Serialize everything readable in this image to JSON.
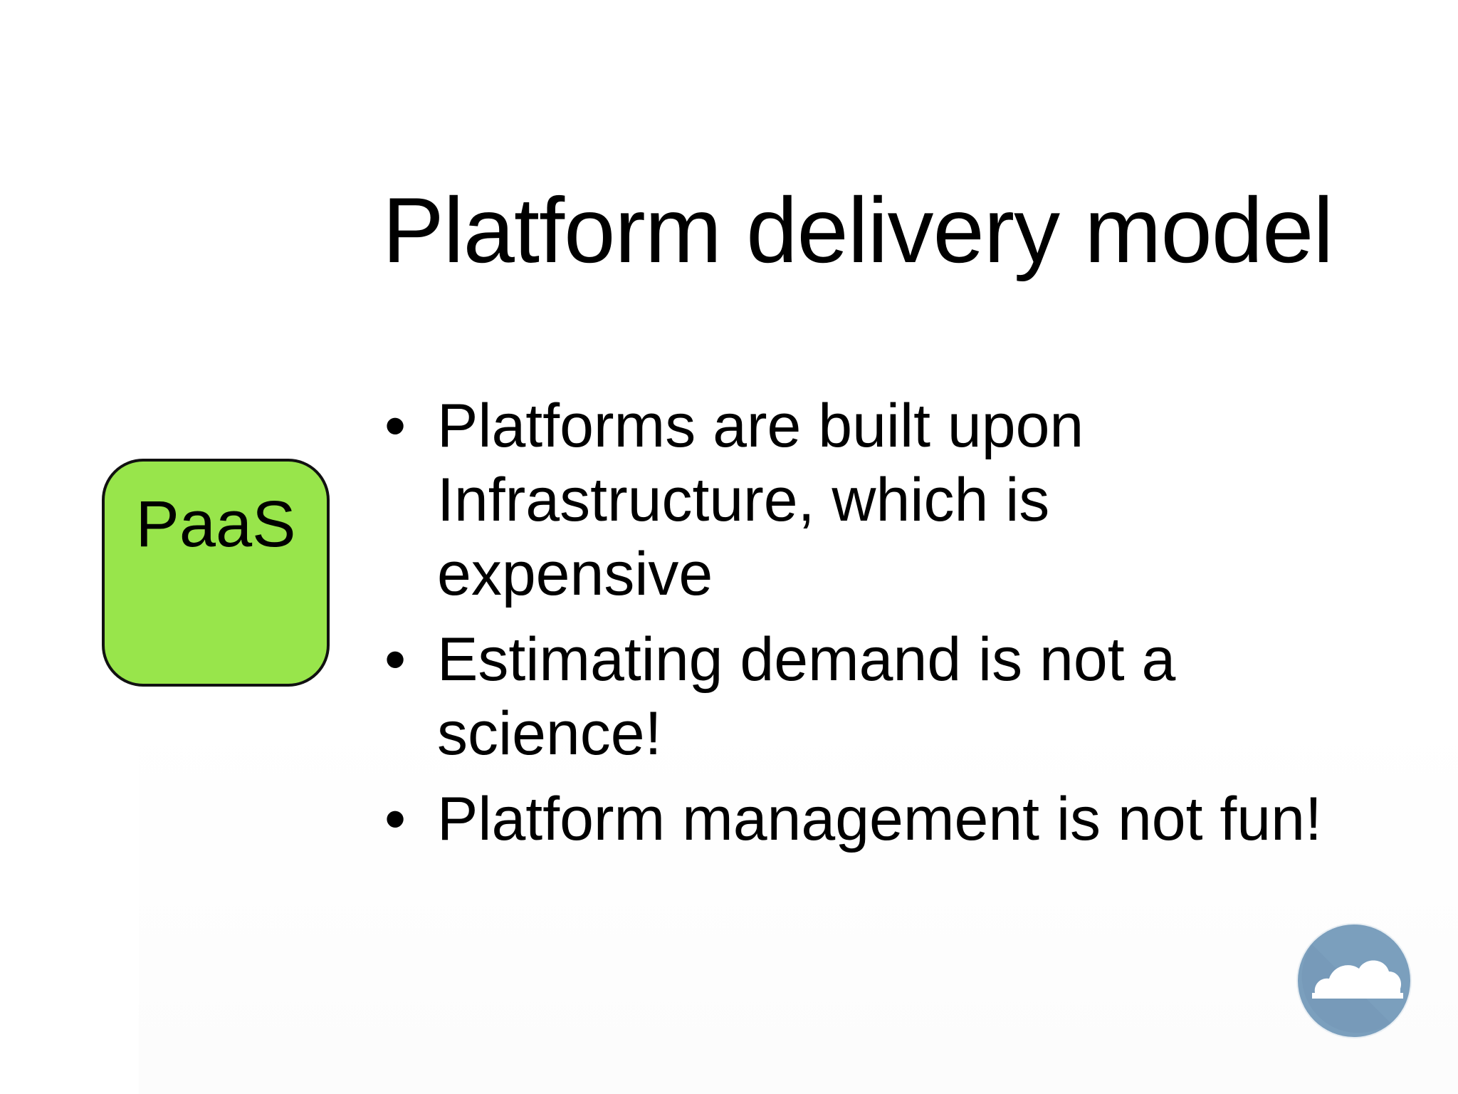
{
  "slide": {
    "title": "Platform delivery model",
    "badge": {
      "label": "PaaS",
      "color": "#98e54b"
    },
    "bullets": [
      "Platforms are built upon Infrastructure, which is expensive",
      "Estimating demand is not a science!",
      "Platform management is not fun!"
    ],
    "bullet_symbol": "•",
    "logo": {
      "icon": "cloud-icon",
      "color": "#7b9fbd"
    }
  }
}
